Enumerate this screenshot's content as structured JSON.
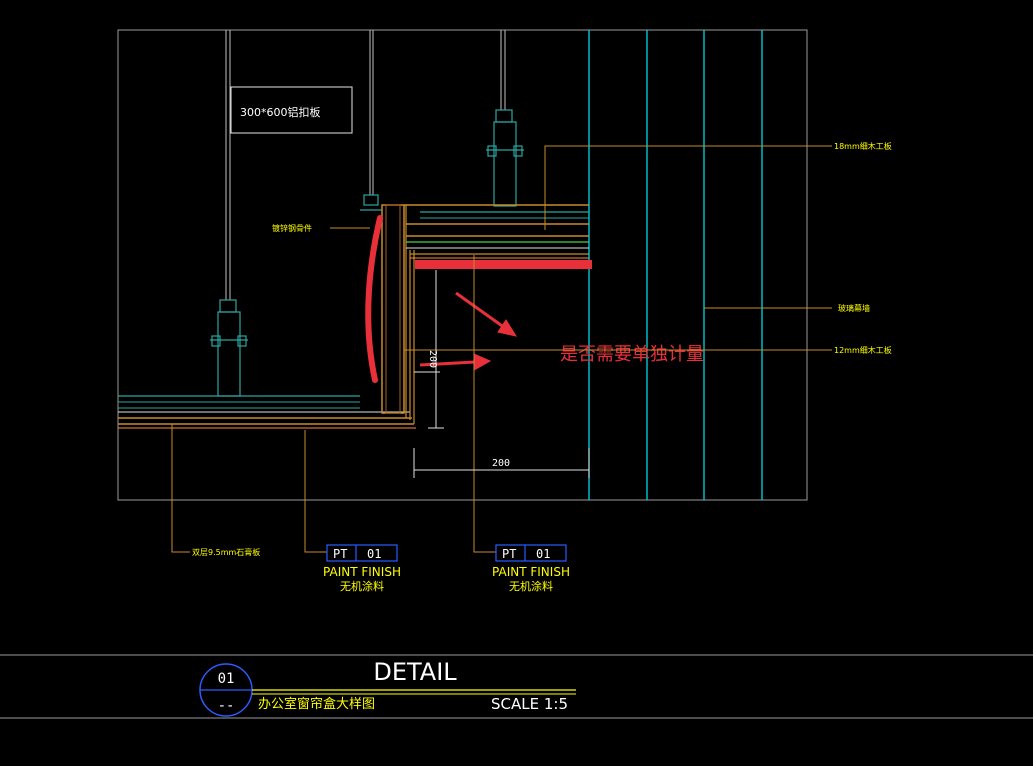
{
  "drawing": {
    "note_box_text": "300*600铝扣板",
    "labels": {
      "label_18mm": "18mm细木工板",
      "label_steel_parts": "镀锌钢骨件",
      "label_glass_wall": "玻璃幕墙",
      "label_12mm": "12mm细木工板",
      "label_gypsum": "双层9.5mm石膏板"
    },
    "dimensions": {
      "vertical": "200",
      "horizontal": "200"
    },
    "annotation": {
      "question": "是否需要单独计量",
      "color": "#e8303a"
    },
    "tags": [
      {
        "code_prefix": "PT",
        "code_num": "01",
        "en": "PAINT FINISH",
        "cn": "无机涂料"
      },
      {
        "code_prefix": "PT",
        "code_num": "01",
        "en": "PAINT FINISH",
        "cn": "无机涂料"
      }
    ]
  },
  "title_block": {
    "detail_number": "01",
    "detail_sheet": "--",
    "title": "DETAIL",
    "subtitle": "办公室窗帘盒大样图",
    "scale": "SCALE 1:5"
  },
  "colors": {
    "background": "#000000",
    "frame": "#9a9a9a",
    "cyan": "#00d8e8",
    "yellow": "#ffff00",
    "orange": "#c98a2a",
    "teal": "#2aa6a0",
    "green": "#4ad04a",
    "circle_blue": "#2a5cff"
  }
}
